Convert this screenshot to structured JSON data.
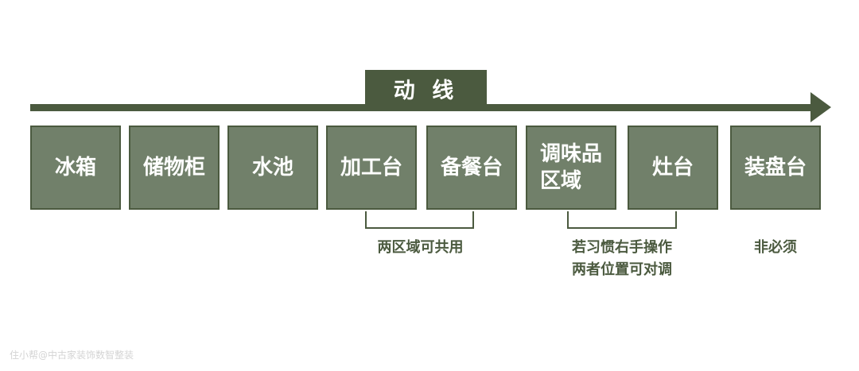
{
  "flow": {
    "label": "动 线",
    "stations": [
      {
        "name": "冰箱"
      },
      {
        "name": "储物柜"
      },
      {
        "name": "水池"
      },
      {
        "name": "加工台"
      },
      {
        "name": "备餐台"
      },
      {
        "name": "调味品\n区域"
      },
      {
        "name": "灶台"
      },
      {
        "name": "装盘台"
      }
    ]
  },
  "notes": {
    "shared_prep": "两区域可共用",
    "handedness_line1": "若习惯右手操作",
    "handedness_line2": "两者位置可对调",
    "optional": "非必须"
  },
  "watermark": "住小帮@中古家装饰数智整装",
  "colors": {
    "dark": "#4b5a3f",
    "box": "#71806a"
  }
}
